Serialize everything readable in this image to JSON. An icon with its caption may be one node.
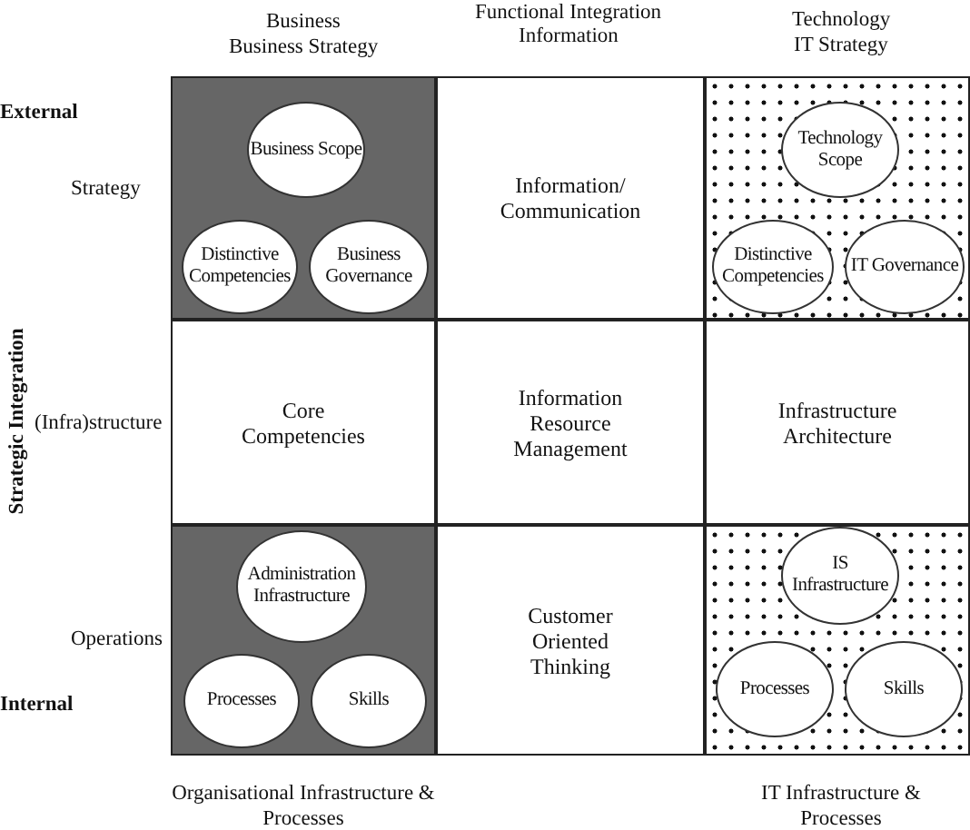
{
  "diagram": {
    "nodes": [
      {
        "text": [],
        "shape": "box"
      },
      {
        "text": [
          "Business Scope"
        ],
        "in": 0
      },
      {
        "text": [
          "Distinctive Competencies"
        ],
        "in": 0
      },
      {
        "text": [
          "Business Governance"
        ],
        "in": 0
      },
      {
        "text": [
          "Information/ Communication"
        ]
      },
      {
        "text": [],
        "shape": "box"
      },
      {
        "text": [
          "Technology Scope"
        ],
        "in": 5
      },
      {
        "text": [
          "Distinctive Competencies"
        ],
        "in": 5
      },
      {
        "text": [
          "IT Governance"
        ],
        "in": 5
      },
      {
        "text": [
          "Core Competencies"
        ]
      },
      {
        "text": [
          "Information Resource Management"
        ]
      },
      {
        "text": [
          "Infrastructure Architecture"
        ]
      },
      {
        "text": [],
        "shape": "box"
      },
      {
        "text": [
          "Administration Infrastructure"
        ],
        "in": 12
      },
      {
        "text": [
          "Processes"
        ],
        "in": 12
      },
      {
        "text": [
          "Skills"
        ],
        "in": 12
      },
      {
        "text": [
          "Customer Oriented Thinking"
        ]
      },
      {
        "text": [],
        "shape": "box"
      },
      {
        "text": [
          "IS Infrastructure"
        ],
        "in": 17
      },
      {
        "text": [
          "Processes"
        ],
        "in": 17
      },
      {
        "text": [
          "Skills"
        ],
        "in": 17
      }
    ],
    "edges": [],
    "labels": [
      "Functional Integration",
      "Business",
      "Business Strategy",
      "Information",
      "Technology",
      "IT Strategy",
      "External",
      "Strategy",
      "Strategic Integration",
      "(Infra)structure",
      "Operations",
      "Internal",
      "Organisational Infrastructure & Processes",
      "IT Infrastructure & Processes"
    ]
  }
}
